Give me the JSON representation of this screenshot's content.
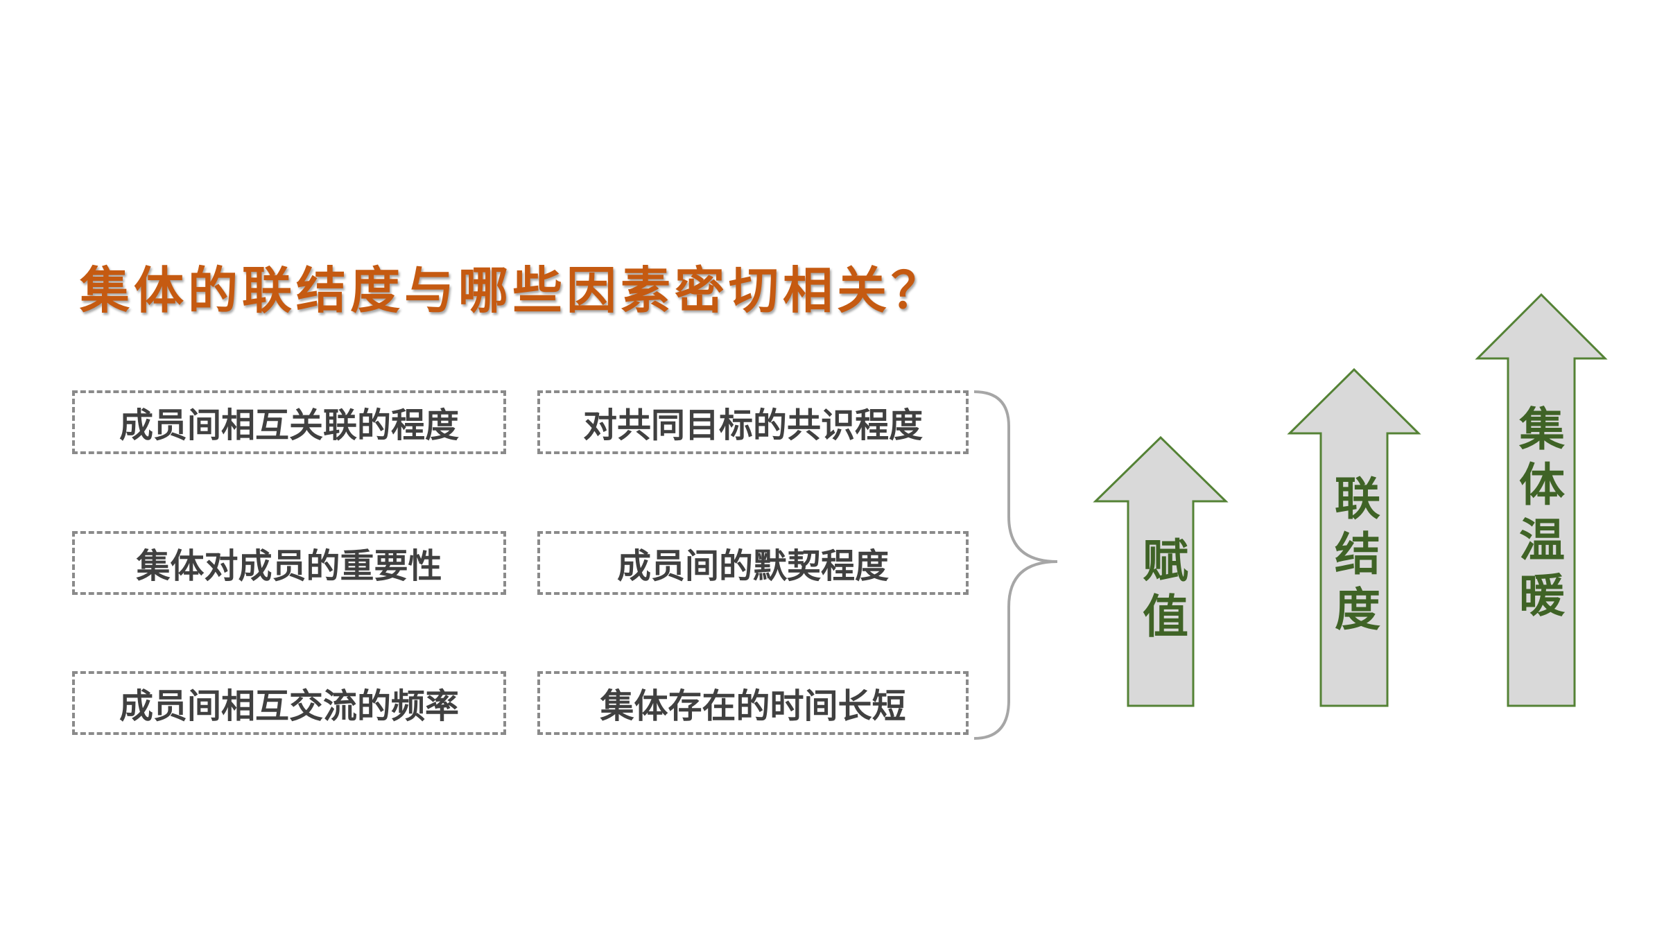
{
  "title": "集体的联结度与哪些因素密切相关？",
  "factors": [
    "成员间相互关联的程度",
    "对共同目标的共识程度",
    "集体对成员的重要性",
    "成员间的默契程度",
    "成员间相互交流的频率",
    "集体存在的时间长短"
  ],
  "arrows": [
    "赋值",
    "联结度",
    "集体温暖"
  ],
  "colors": {
    "title": "#c55a11",
    "factor_text": "#404040",
    "box_border": "#8a8a8a",
    "arrow_fill": "#d9d9d9",
    "arrow_border": "#548235",
    "arrow_text": "#3f6326"
  }
}
